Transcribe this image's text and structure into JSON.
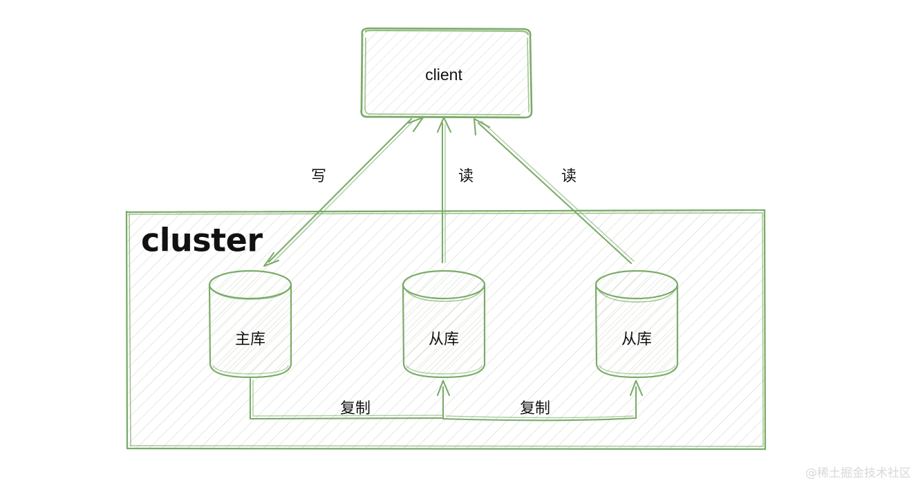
{
  "diagram": {
    "title": "cluster",
    "style": "hand-drawn sketch",
    "stroke_color": "#7aab68",
    "text_color": "#111111",
    "background": "#ffffff",
    "nodes": {
      "client": {
        "label": "client"
      },
      "master": {
        "label": "主库"
      },
      "slave1": {
        "label": "从库"
      },
      "slave2": {
        "label": "从库"
      }
    },
    "cluster": {
      "label": "cluster"
    },
    "edges": {
      "write": {
        "label": "写"
      },
      "read1": {
        "label": "读"
      },
      "read2": {
        "label": "读"
      },
      "replicate1": {
        "label": "复制"
      },
      "replicate2": {
        "label": "复制"
      }
    },
    "watermark": {
      "label": "@稀土掘金技术社区"
    }
  }
}
